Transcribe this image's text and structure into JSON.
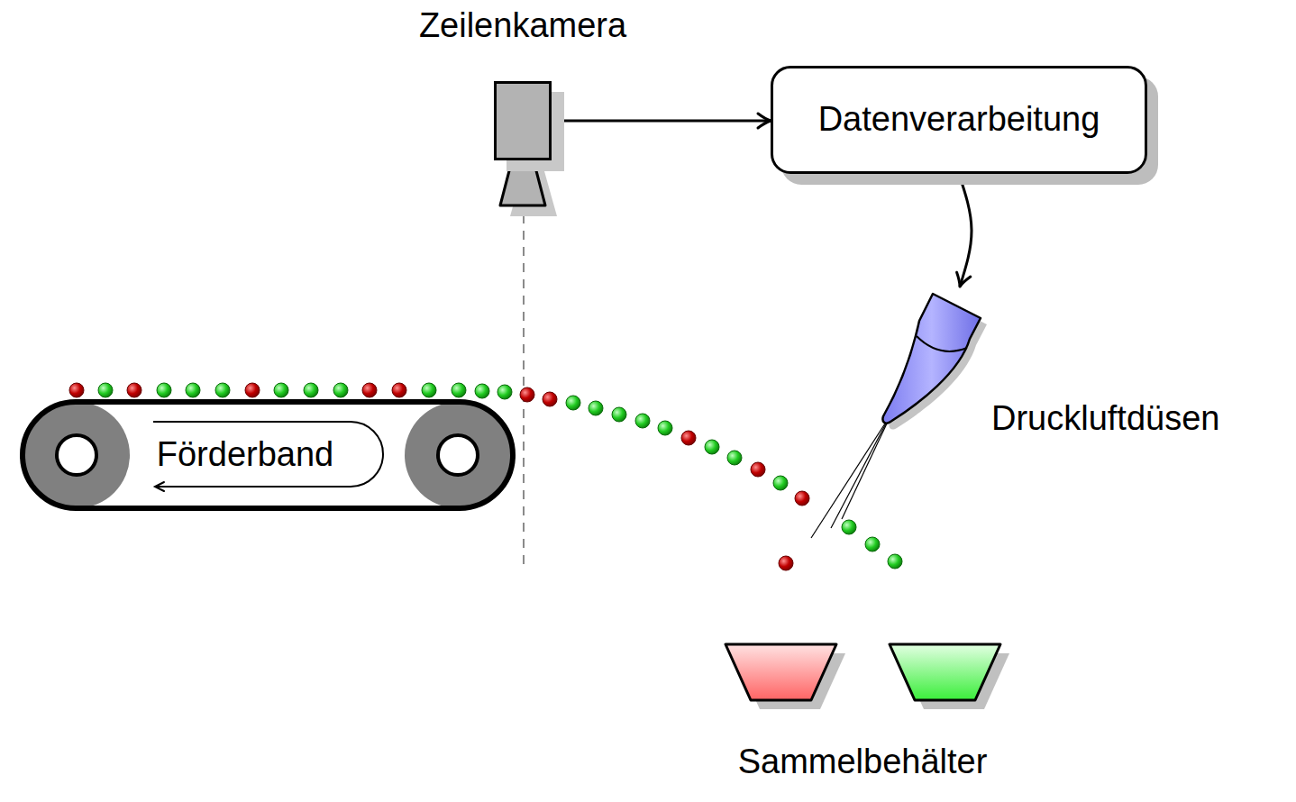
{
  "diagram": {
    "nodes": [
      {
        "text": [
          "Zeilenkamera"
        ]
      },
      {
        "text": [
          "Datenverarbeitung"
        ]
      },
      {
        "text": [
          "Druckluftdüsen"
        ]
      },
      {
        "text": [
          "Förderband"
        ]
      }
    ],
    "edges": [
      {
        "from": 0,
        "to": 1,
        "arrow": "to"
      },
      {
        "from": 1,
        "to": 2,
        "arrow": "to"
      }
    ],
    "labels": [
      "Sammelbehälter"
    ]
  }
}
